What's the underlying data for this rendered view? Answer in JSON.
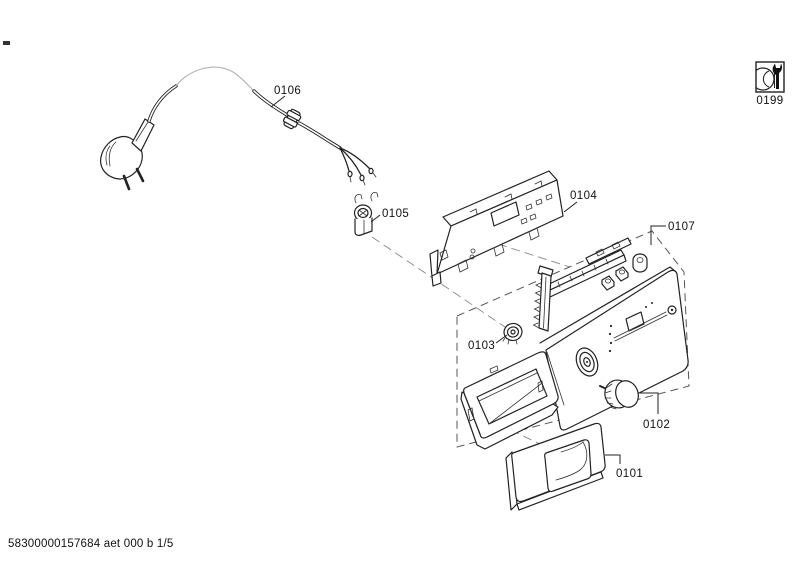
{
  "page": {
    "background": "#ffffff",
    "line_color": "#222222"
  },
  "footer": {
    "doc_number": "58300000157684 aet 000 b 1/5"
  },
  "service_icon": {
    "label": "0199",
    "icon": "drum-and-wrench-icon"
  },
  "part_labels": {
    "p0101": "0101",
    "p0102": "0102",
    "p0103": "0103",
    "p0104": "0104",
    "p0105": "0105",
    "p0106": "0106",
    "p0107": "0107"
  }
}
